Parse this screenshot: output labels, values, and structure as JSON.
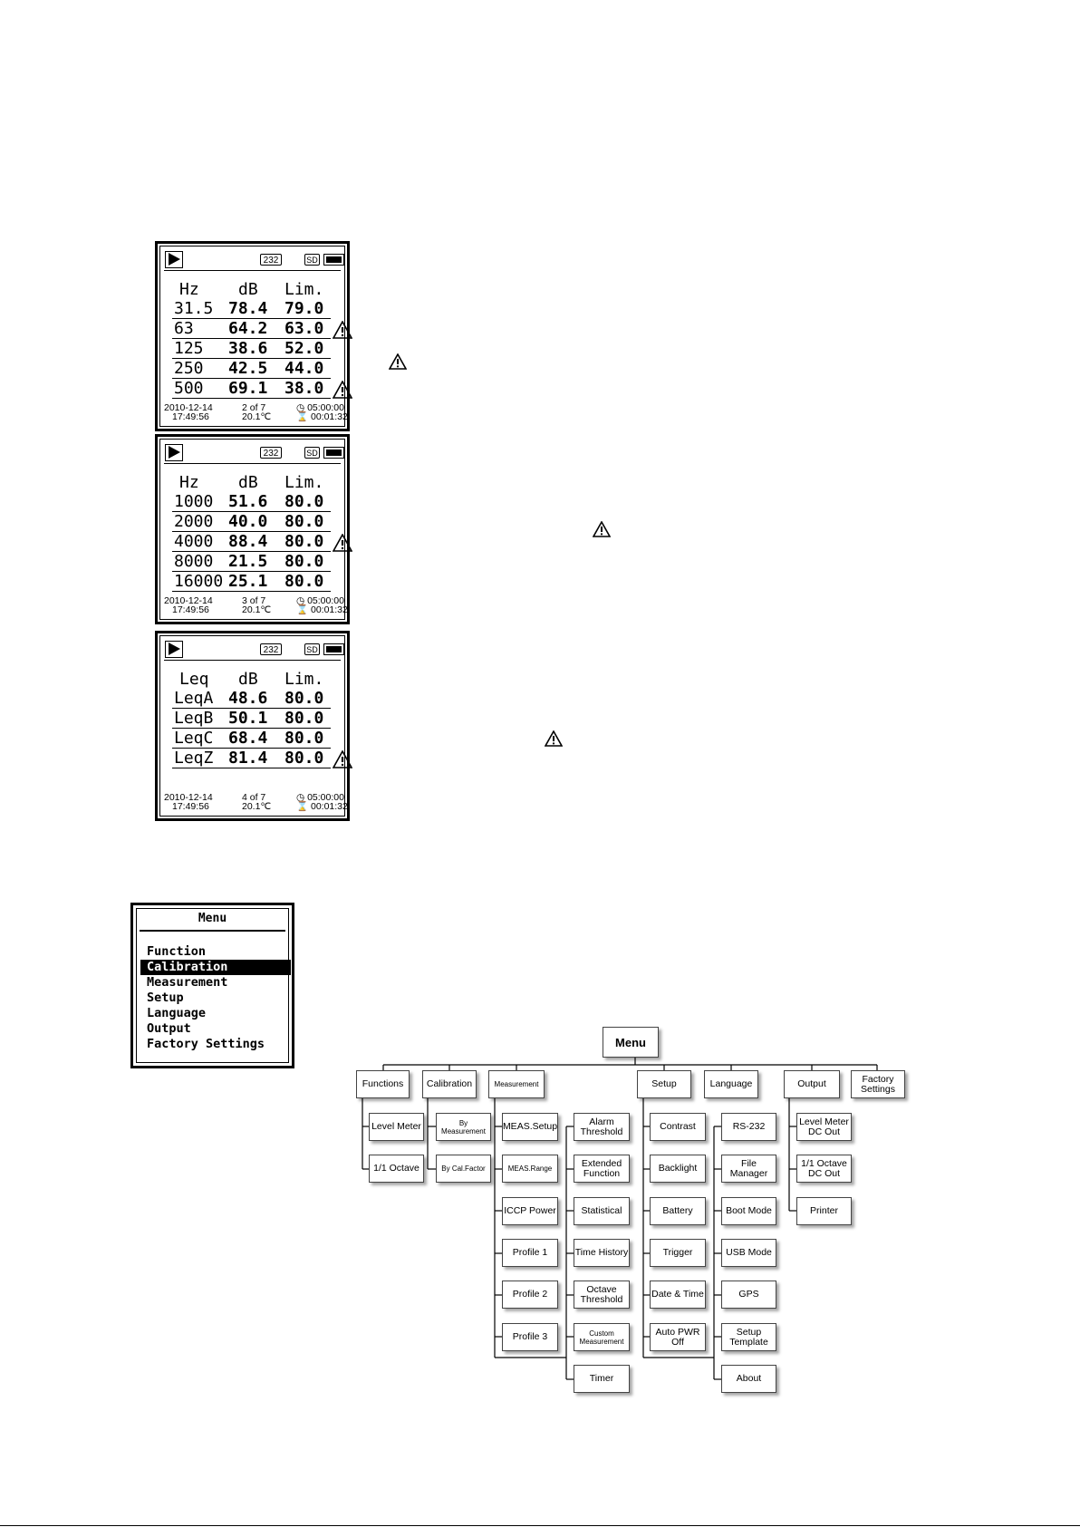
{
  "screens": [
    {
      "status": {
        "rs232": "232",
        "sd": "SD"
      },
      "headers": [
        "Hz",
        "dB",
        "Lim."
      ],
      "rows": [
        {
          "c1": "31.5",
          "c2": "78.4",
          "c3": "79.0",
          "warn": false
        },
        {
          "c1": "63",
          "c2": "64.2",
          "c3": "63.0",
          "warn": true
        },
        {
          "c1": "125",
          "c2": "38.6",
          "c3": "52.0",
          "warn": false
        },
        {
          "c1": "250",
          "c2": "42.5",
          "c3": "44.0",
          "warn": false
        },
        {
          "c1": "500",
          "c2": "69.1",
          "c3": "38.0",
          "warn": true
        }
      ],
      "footer": {
        "date": "2010-12-14",
        "time": "17:49:56",
        "page": "2 of 7",
        "temp": "20.1℃",
        "clock": "◷ 05:00:00",
        "elapsed": "⌛ 00:01:32"
      }
    },
    {
      "status": {
        "rs232": "232",
        "sd": "SD"
      },
      "headers": [
        "Hz",
        "dB",
        "Lim."
      ],
      "rows": [
        {
          "c1": "1000",
          "c2": "51.6",
          "c3": "80.0",
          "warn": false
        },
        {
          "c1": "2000",
          "c2": "40.0",
          "c3": "80.0",
          "warn": false
        },
        {
          "c1": "4000",
          "c2": "88.4",
          "c3": "80.0",
          "warn": true
        },
        {
          "c1": "8000",
          "c2": "21.5",
          "c3": "80.0",
          "warn": false
        },
        {
          "c1": "16000",
          "c2": "25.1",
          "c3": "80.0",
          "warn": false
        }
      ],
      "footer": {
        "date": "2010-12-14",
        "time": "17:49:56",
        "page": "3 of 7",
        "temp": "20.1℃",
        "clock": "◷ 05:00:00",
        "elapsed": "⌛ 00:01:32"
      }
    },
    {
      "status": {
        "rs232": "232",
        "sd": "SD"
      },
      "headers": [
        "Leq",
        "dB",
        "Lim."
      ],
      "rows": [
        {
          "c1": "LeqA",
          "c2": "48.6",
          "c3": "80.0",
          "warn": false
        },
        {
          "c1": "LeqB",
          "c2": "50.1",
          "c3": "80.0",
          "warn": false
        },
        {
          "c1": "LeqC",
          "c2": "68.4",
          "c3": "80.0",
          "warn": false
        },
        {
          "c1": "LeqZ",
          "c2": "81.4",
          "c3": "80.0",
          "warn": true
        }
      ],
      "footer": {
        "date": "2010-12-14",
        "time": "17:49:56",
        "page": "4 of 7",
        "temp": "20.1℃",
        "clock": "◷ 05:00:00",
        "elapsed": "⌛ 00:01:32"
      }
    }
  ],
  "menu_screen": {
    "title": "Menu",
    "items": [
      "Function",
      "Calibration",
      "Measurement",
      "Setup",
      "Language",
      "Output",
      "Factory Settings"
    ],
    "selected": "Calibration"
  },
  "tree": {
    "root": "Menu",
    "functions": "Functions",
    "calibration": "Calibration",
    "measurement": "Measurement",
    "setup": "Setup",
    "language": "Language",
    "output": "Output",
    "factory": "Factory Settings",
    "level_meter": "Level Meter",
    "octave": "1/1 Octave",
    "by_measurement": "By Measurement",
    "by_cal_factor": "By Cal.Factor",
    "meas_setup": "MEAS.Setup",
    "meas_range": "MEAS.Range",
    "iccp_power": "ICCP Power",
    "profile1": "Profile 1",
    "profile2": "Profile 2",
    "profile3": "Profile 3",
    "alarm_threshold": "Alarm Threshold",
    "extended_function": "Extended Function",
    "statistical": "Statistical",
    "time_history": "Time History",
    "octave_threshold": "Octave Threshold",
    "custom_measurement": "Custom Measurement",
    "timer": "Timer",
    "contrast": "Contrast",
    "backlight": "Backlight",
    "battery": "Battery",
    "trigger": "Trigger",
    "date_time": "Date & Time",
    "auto_pwr_off": "Auto PWR Off",
    "rs232": "RS-232",
    "file_manager": "File Manager",
    "boot_mode": "Boot Mode",
    "usb_mode": "USB Mode",
    "gps": "GPS",
    "setup_template": "Setup Template",
    "about": "About",
    "level_meter_dc": "Level Meter DC Out",
    "octave_dc": "1/1 Octave DC Out",
    "printer": "Printer"
  }
}
